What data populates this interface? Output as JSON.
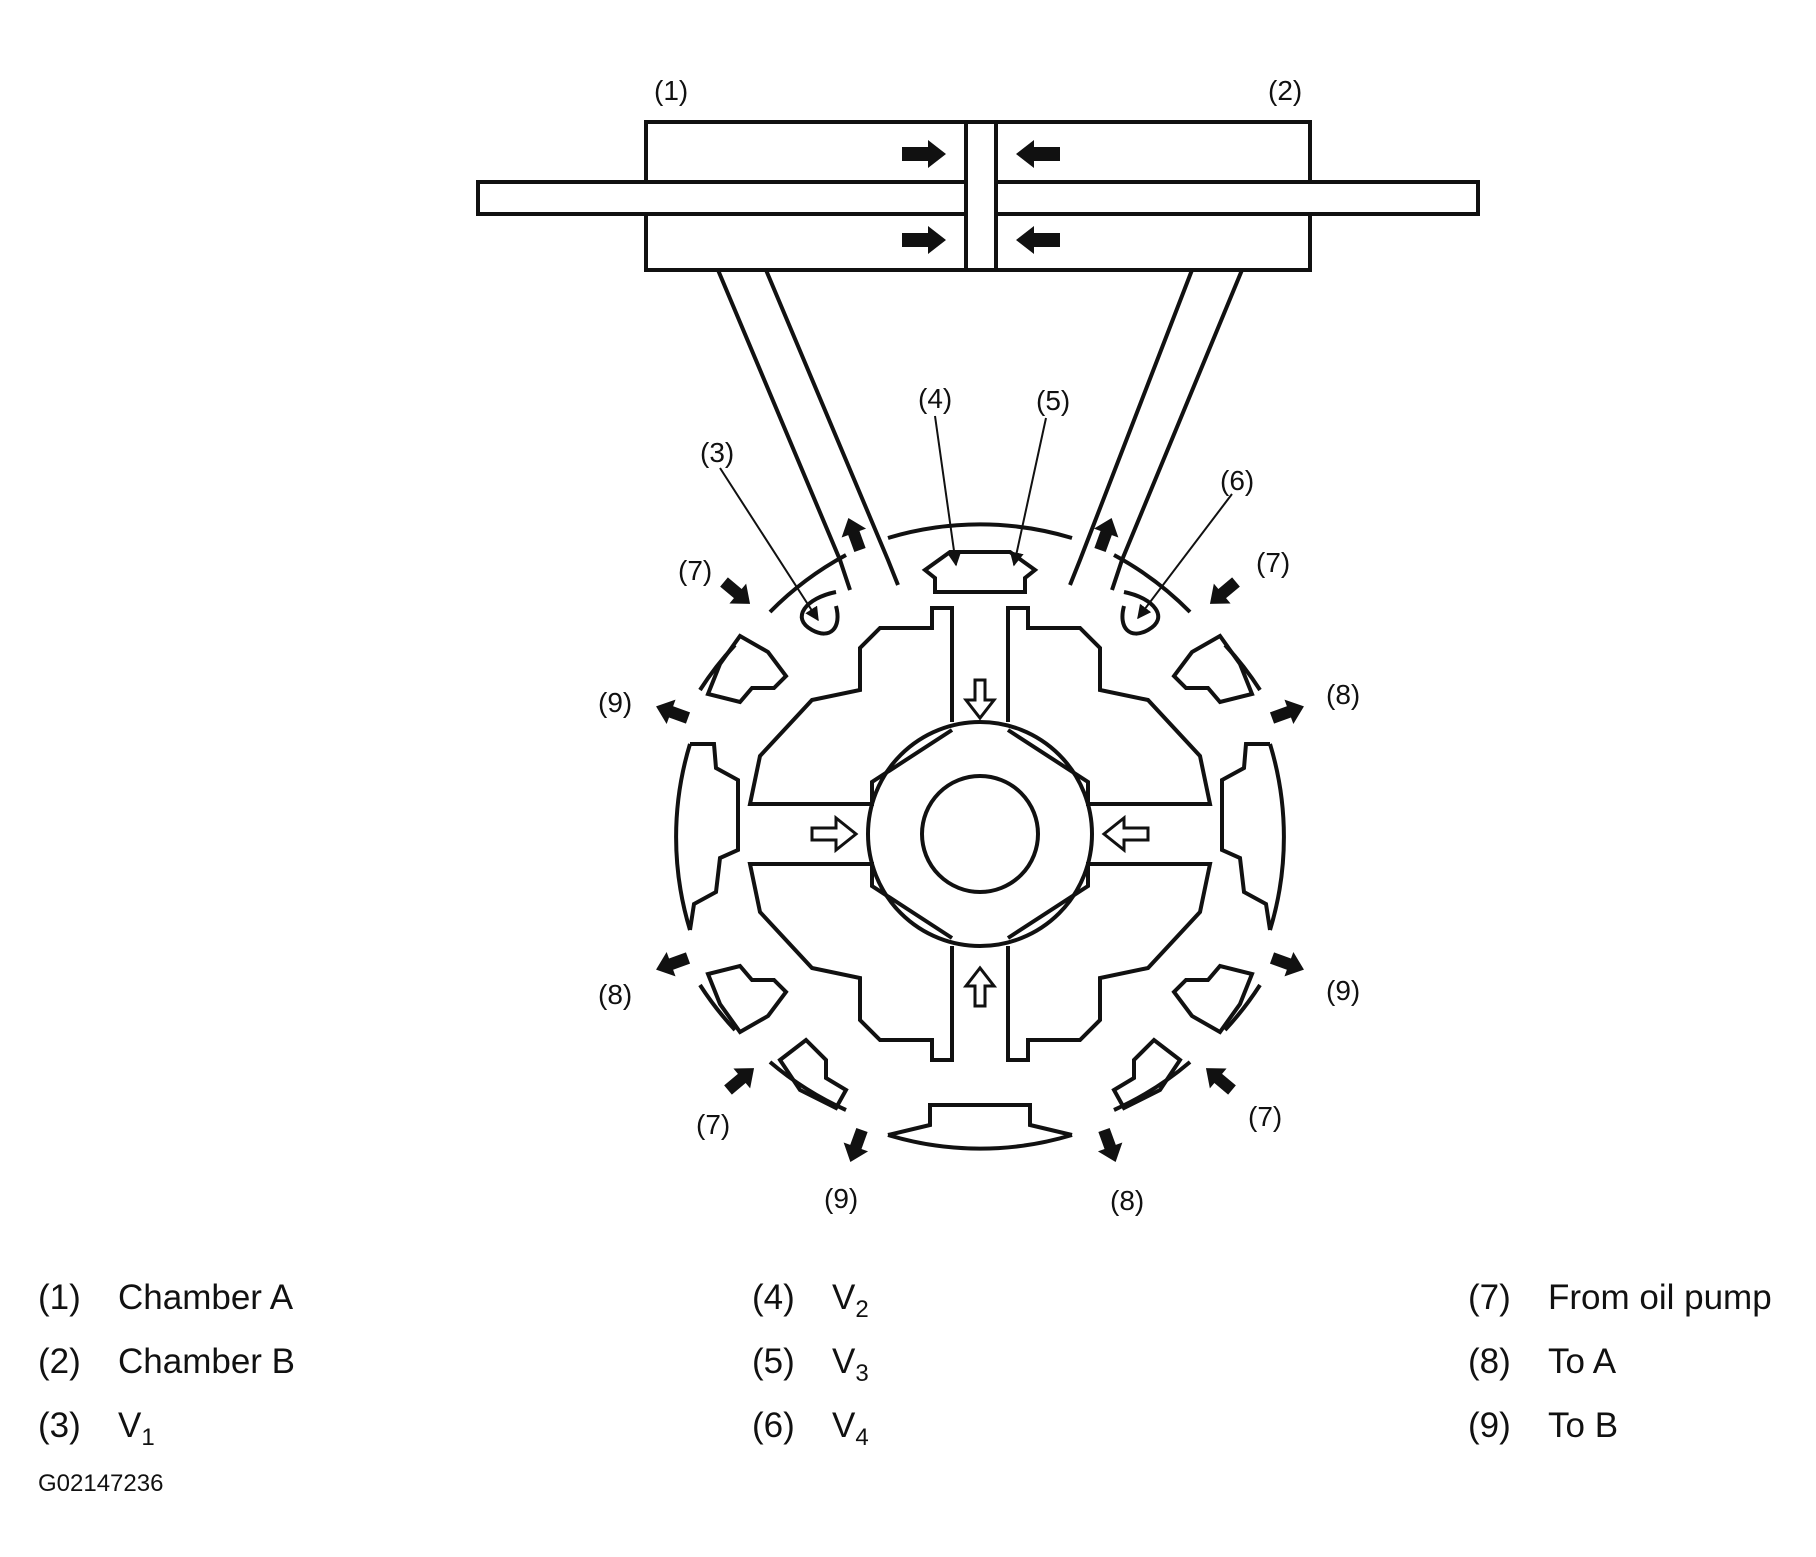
{
  "callouts": {
    "c1": "(1)",
    "c2": "(2)",
    "c3": "(3)",
    "c4": "(4)",
    "c5": "(5)",
    "c6": "(6)",
    "c7": "(7)",
    "c8": "(8)",
    "c9": "(9)"
  },
  "legend": [
    {
      "num": "(1)",
      "text": "Chamber A"
    },
    {
      "num": "(2)",
      "text": "Chamber B"
    },
    {
      "num": "(3)",
      "text": "V",
      "sub": "1"
    },
    {
      "num": "(4)",
      "text": "V",
      "sub": "2"
    },
    {
      "num": "(5)",
      "text": "V",
      "sub": "3"
    },
    {
      "num": "(6)",
      "text": "V",
      "sub": "4"
    },
    {
      "num": "(7)",
      "text": "From oil pump"
    },
    {
      "num": "(8)",
      "text": "To A"
    },
    {
      "num": "(9)",
      "text": "To B"
    }
  ],
  "figure_id": "G02147236"
}
